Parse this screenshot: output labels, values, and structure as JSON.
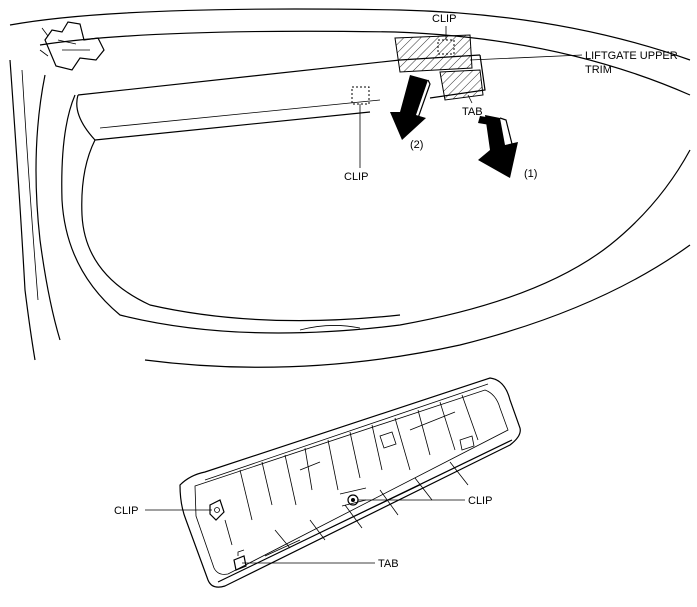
{
  "labels": {
    "clip_top": "CLIP",
    "liftgate_upper_trim_line1": "LIFTGATE UPPER",
    "liftgate_upper_trim_line2": "TRIM",
    "tab_top": "TAB",
    "step_2": "(2)",
    "step_1": "(1)",
    "clip_middle": "CLIP",
    "clip_left": "CLIP",
    "clip_right": "CLIP",
    "tab_bottom": "TAB"
  }
}
